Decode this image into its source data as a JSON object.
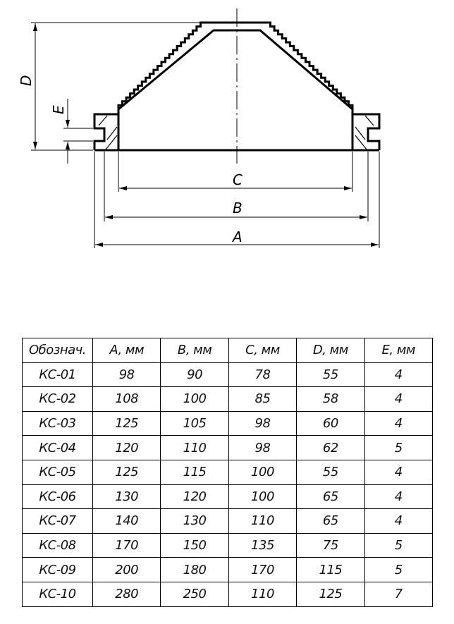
{
  "drawing": {
    "dim_labels": {
      "A": "A",
      "B": "B",
      "C": "C",
      "D": "D",
      "E": "E"
    }
  },
  "table": {
    "headers": [
      "Обознач.",
      "A, мм",
      "B, мм",
      "C, мм",
      "D, мм",
      "E, мм"
    ],
    "rows": [
      [
        "КС-01",
        "98",
        "90",
        "78",
        "55",
        "4"
      ],
      [
        "КС-02",
        "108",
        "100",
        "85",
        "58",
        "4"
      ],
      [
        "КС-03",
        "125",
        "105",
        "98",
        "60",
        "4"
      ],
      [
        "КС-04",
        "120",
        "110",
        "98",
        "62",
        "5"
      ],
      [
        "КС-05",
        "125",
        "115",
        "100",
        "55",
        "4"
      ],
      [
        "КС-06",
        "130",
        "120",
        "100",
        "65",
        "4"
      ],
      [
        "КС-07",
        "140",
        "130",
        "110",
        "65",
        "4"
      ],
      [
        "КС-08",
        "170",
        "150",
        "135",
        "75",
        "5"
      ],
      [
        "КС-09",
        "200",
        "180",
        "170",
        "115",
        "5"
      ],
      [
        "КС-10",
        "280",
        "250",
        "110",
        "125",
        "7"
      ]
    ]
  }
}
